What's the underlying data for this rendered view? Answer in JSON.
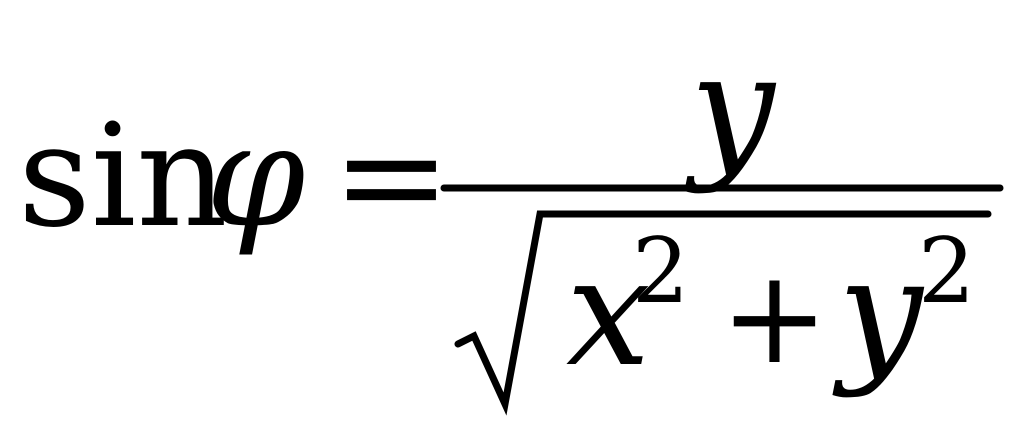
{
  "formula": {
    "function_name": "sin",
    "angle_symbol": "φ",
    "equals": "=",
    "numerator": "y",
    "radicand": {
      "term1_base": "x",
      "term1_exponent": "2",
      "operator": "+",
      "term2_base": "y",
      "term2_exponent": "2"
    }
  },
  "colors": {
    "ink": "#000000",
    "background": "#ffffff"
  }
}
